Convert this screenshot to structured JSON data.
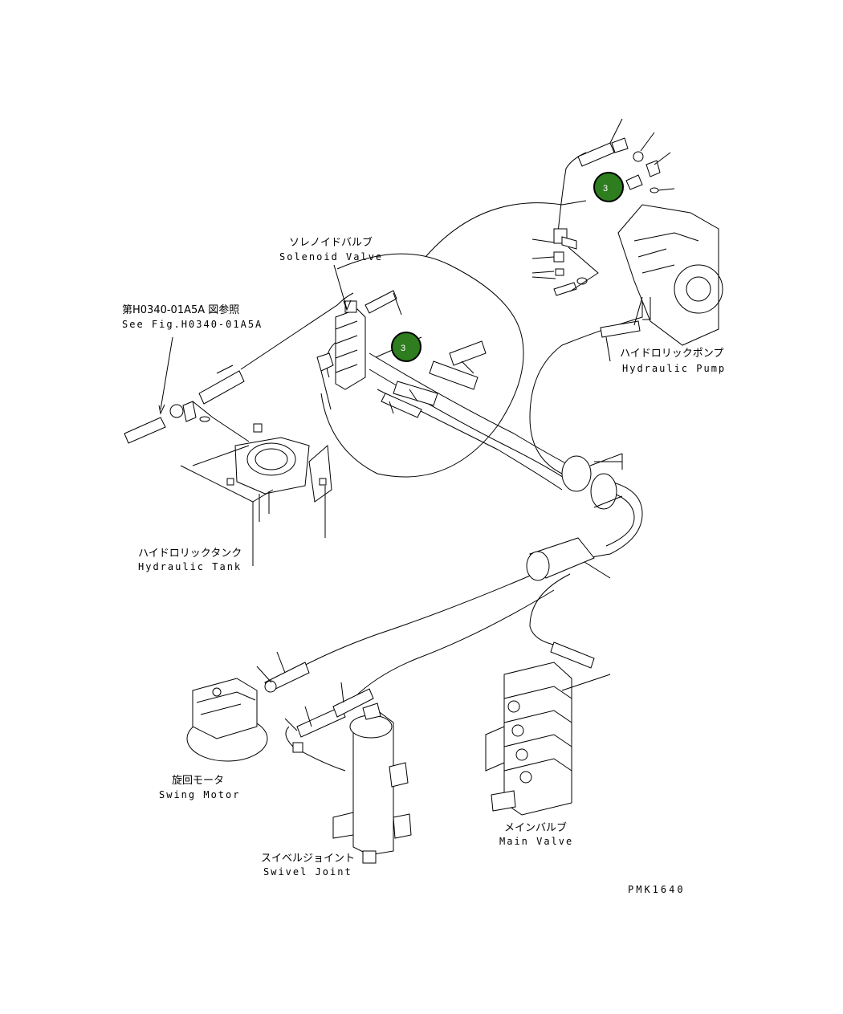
{
  "labels": {
    "reference": {
      "jp": "第H0340-01A5A 図参照",
      "en": "See Fig.H0340-01A5A"
    },
    "solenoid_valve": {
      "jp": "ソレノイドバルブ",
      "en": "Solenoid Valve"
    },
    "hydraulic_pump": {
      "jp": "ハイドロリックポンプ",
      "en": "Hydraulic Pump"
    },
    "hydraulic_tank": {
      "jp": "ハイドロリックタンク",
      "en": "Hydraulic Tank"
    },
    "swing_motor": {
      "jp": "旋回モータ",
      "en": "Swing Motor"
    },
    "swivel_joint": {
      "jp": "スイベルジョイント",
      "en": "Swivel Joint"
    },
    "main_valve": {
      "jp": "メインバルブ",
      "en": "Main Valve"
    }
  },
  "callouts": [
    {
      "number": "3",
      "color": "#2e7d1f"
    },
    {
      "number": "3",
      "color": "#2e7d1f"
    }
  ],
  "drawing_code": "PMK1640"
}
